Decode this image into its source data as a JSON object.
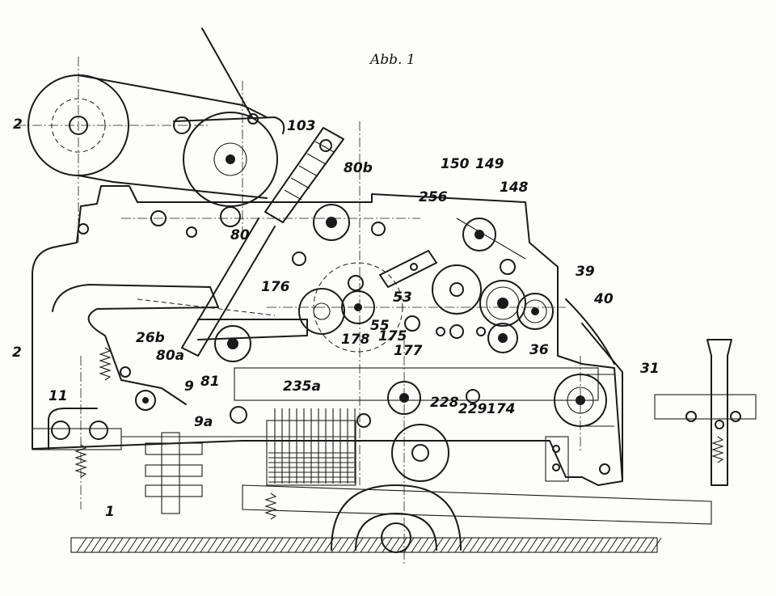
{
  "caption": "Abb. 1",
  "labels": [
    "103",
    "80b",
    "2",
    "150",
    "149",
    "148",
    "256",
    "80",
    "39",
    "176",
    "53",
    "40",
    "55",
    "26b",
    "178",
    "175",
    "36",
    "2",
    "80a",
    "177",
    "31",
    "81",
    "9",
    "235a",
    "11",
    "228",
    "229",
    "174",
    "9a",
    "1"
  ]
}
